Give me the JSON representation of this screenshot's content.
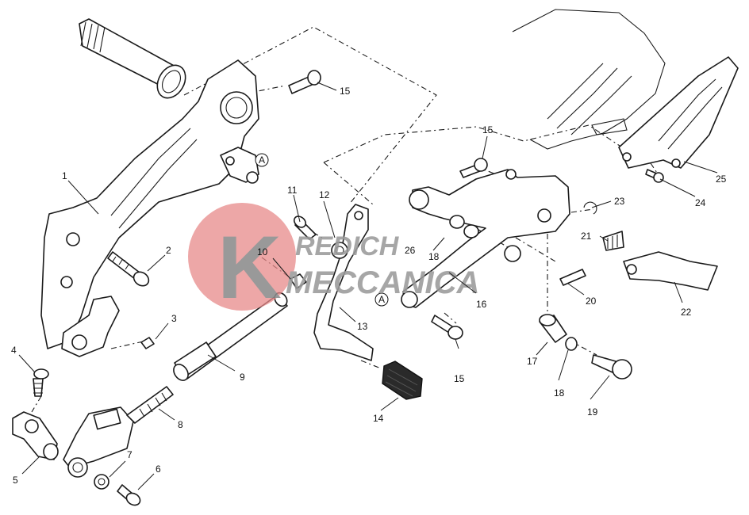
{
  "watermark": {
    "letter": "K",
    "line1": "REDICH",
    "line2": "MECCANICA",
    "circle_color": "#e88a8a",
    "text_color": "#9a9a9a"
  },
  "callouts": [
    {
      "id": "c1",
      "text": "1"
    },
    {
      "id": "c2",
      "text": "2"
    },
    {
      "id": "c3",
      "text": "3"
    },
    {
      "id": "c4",
      "text": "4"
    },
    {
      "id": "c5",
      "text": "5"
    },
    {
      "id": "c6",
      "text": "6"
    },
    {
      "id": "c7",
      "text": "7"
    },
    {
      "id": "c8",
      "text": "8"
    },
    {
      "id": "c9",
      "text": "9"
    },
    {
      "id": "c10",
      "text": "10"
    },
    {
      "id": "c11",
      "text": "11"
    },
    {
      "id": "c12",
      "text": "12"
    },
    {
      "id": "c13",
      "text": "13"
    },
    {
      "id": "c14",
      "text": "14"
    },
    {
      "id": "c15a",
      "text": "15"
    },
    {
      "id": "c15b",
      "text": "15"
    },
    {
      "id": "c15c",
      "text": "15"
    },
    {
      "id": "c16",
      "text": "16"
    },
    {
      "id": "c17",
      "text": "17"
    },
    {
      "id": "c18a",
      "text": "18"
    },
    {
      "id": "c18b",
      "text": "18"
    },
    {
      "id": "c19",
      "text": "19"
    },
    {
      "id": "c20",
      "text": "20"
    },
    {
      "id": "c21",
      "text": "21"
    },
    {
      "id": "c22",
      "text": "22"
    },
    {
      "id": "c23",
      "text": "23"
    },
    {
      "id": "c24",
      "text": "24"
    },
    {
      "id": "c25",
      "text": "25"
    },
    {
      "id": "c26",
      "text": "26"
    }
  ],
  "reference_marks": [
    {
      "id": "ra1",
      "text": "A"
    },
    {
      "id": "ra2",
      "text": "A"
    }
  ]
}
